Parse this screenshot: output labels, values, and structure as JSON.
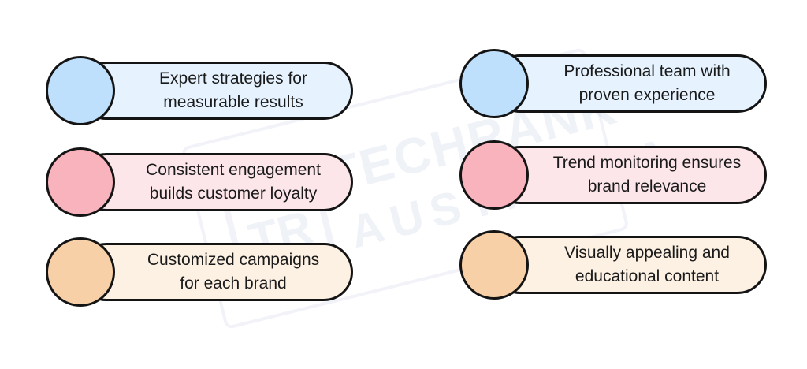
{
  "watermark": {
    "line1": "TECHRANK",
    "line2": "AUSTRALIA",
    "badge": "TR"
  },
  "left_items": [
    {
      "text_line1": "Expert strategies for",
      "text_line2": "measurable results",
      "color": "blue"
    },
    {
      "text_line1": "Consistent engagement",
      "text_line2": "builds customer loyalty",
      "color": "pink"
    },
    {
      "text_line1": "Customized campaigns",
      "text_line2": "for each brand",
      "color": "orange"
    }
  ],
  "right_items": [
    {
      "text_line1": "Professional team with",
      "text_line2": "proven experience",
      "color": "blue"
    },
    {
      "text_line1": "Trend monitoring ensures",
      "text_line2": "brand relevance",
      "color": "pink"
    },
    {
      "text_line1": "Visually appealing and",
      "text_line2": "educational content",
      "color": "orange"
    }
  ],
  "colors": {
    "blue_fill": "#e6f3ff",
    "blue_circle": "#bfe0fc",
    "pink_fill": "#fde6ea",
    "pink_circle": "#f9b3bd",
    "orange_fill": "#fdf1e4",
    "orange_circle": "#f8d0a7",
    "outline": "#141414"
  }
}
